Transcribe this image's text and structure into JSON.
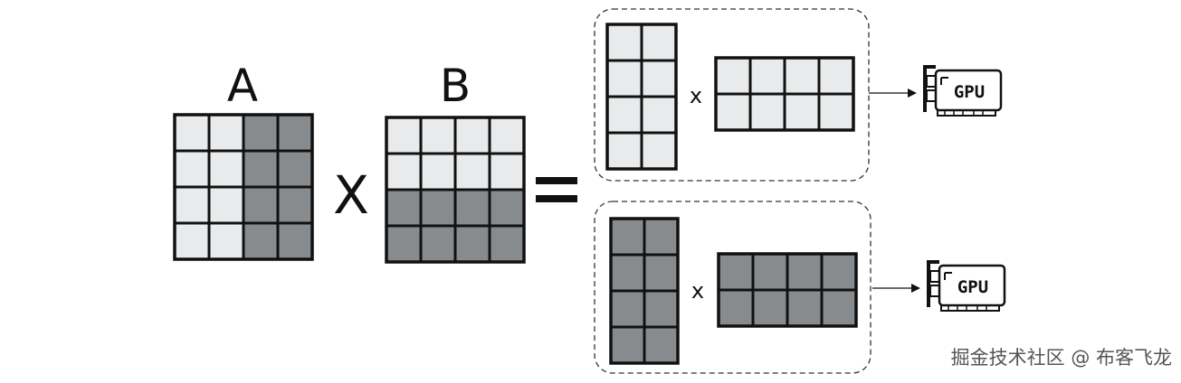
{
  "matrices": {
    "a": {
      "label": "A",
      "rows": 4,
      "cols": 4,
      "dark_columns": [
        2,
        3
      ]
    },
    "b": {
      "label": "B",
      "rows": 4,
      "cols": 4,
      "dark_rows": [
        2,
        3
      ]
    }
  },
  "operators": {
    "multiply": "X",
    "equals": "=",
    "small_multiply": "x"
  },
  "partitions": [
    {
      "left": {
        "rows": 4,
        "cols": 2,
        "shade": "light"
      },
      "right": {
        "rows": 2,
        "cols": 4,
        "shade": "light"
      },
      "device_label": "GPU"
    },
    {
      "left": {
        "rows": 4,
        "cols": 2,
        "shade": "dark"
      },
      "right": {
        "rows": 2,
        "cols": 4,
        "shade": "dark"
      },
      "device_label": "GPU"
    }
  ],
  "colors": {
    "light_cell": "#e8eaec",
    "dark_cell": "#878b8e",
    "stroke": "#111111"
  },
  "watermark": "掘金技术社区 @ 布客飞龙"
}
